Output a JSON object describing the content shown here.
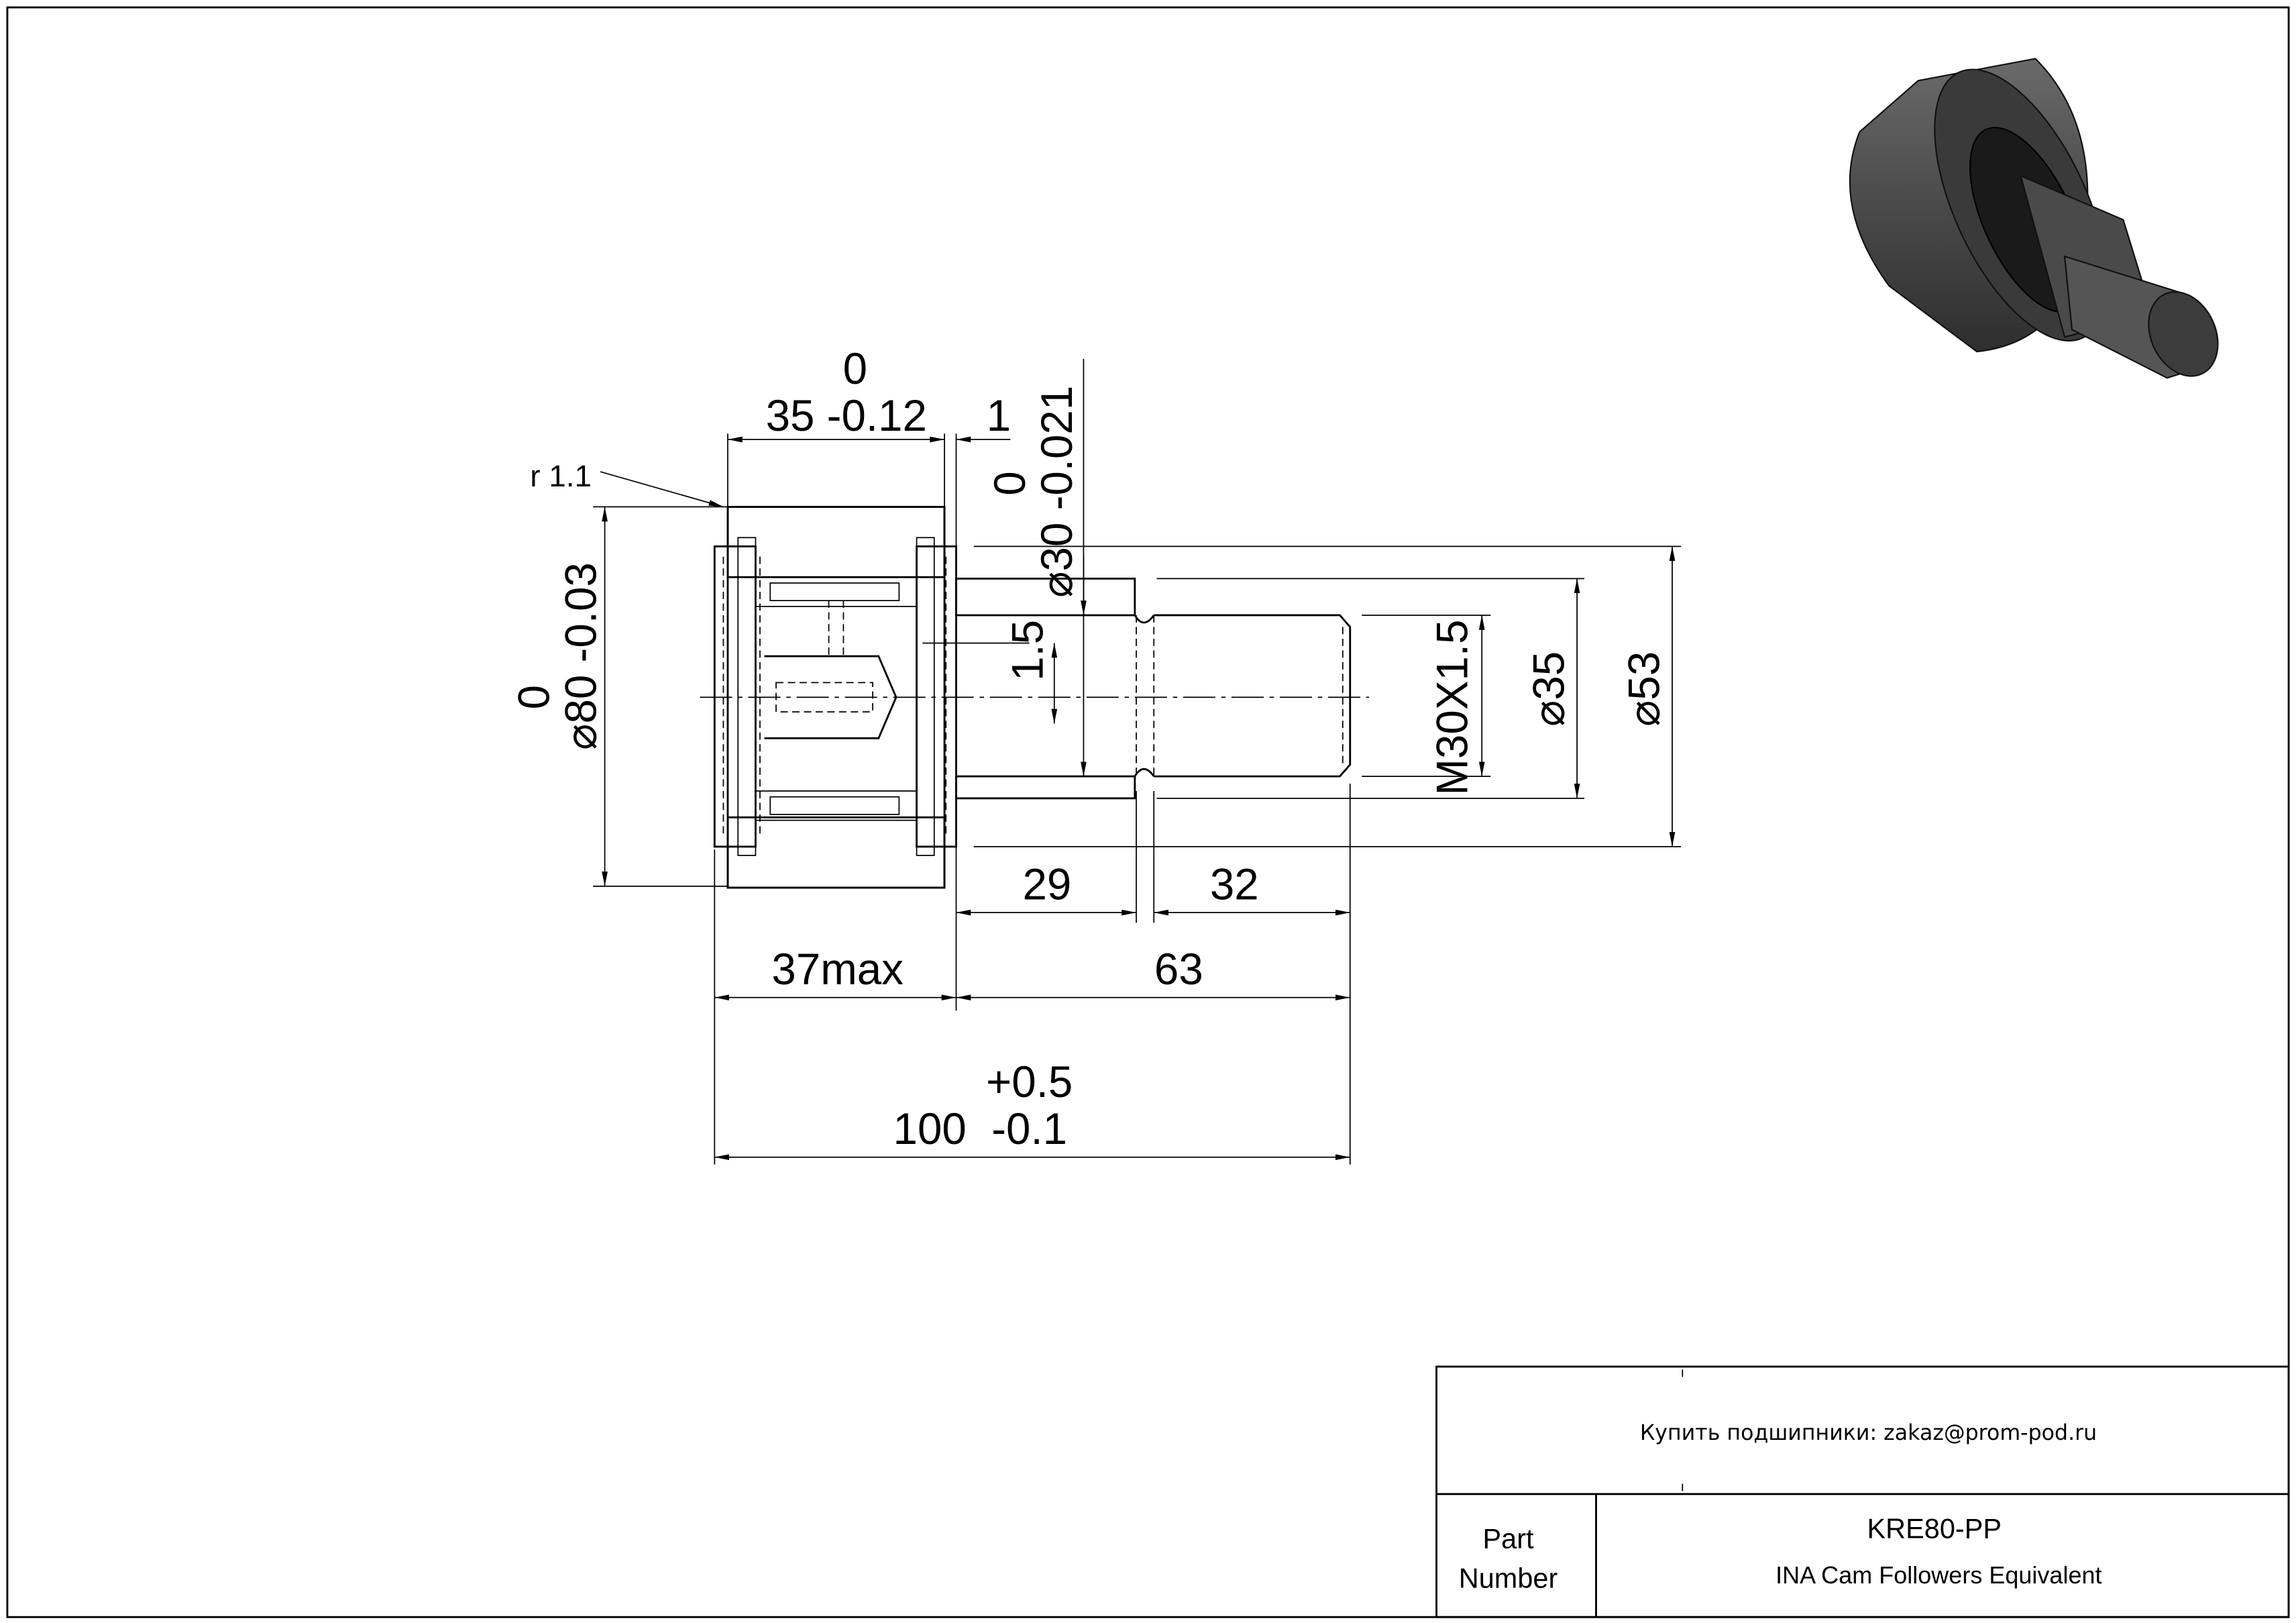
{
  "drawing": {
    "width_dim": {
      "upper": "0",
      "lower": "35 -0.12"
    },
    "gap_dim": "1",
    "radius": "r 1.1",
    "outer_dia": {
      "upper": "0",
      "lower": "80 -0.03"
    },
    "inner_dia": {
      "upper": "0",
      "lower": "30 -0.021"
    },
    "lube_hole": "1.5",
    "thread": "M30X1.5",
    "dia_35": "35",
    "dia_53": "53",
    "len_29": "29",
    "len_32": "32",
    "len_37max": "37max",
    "len_63": "63",
    "total_len": {
      "upper": "+0.5",
      "main": "100",
      "lower": "-0.1"
    },
    "diameter_symbol": "⌀"
  },
  "title_block": {
    "purchase_note": "Купить подшипники: zakaz@prom-pod.ru",
    "part_label_line1": "Part",
    "part_label_line2": "Number",
    "part_number": "KRE80-PP",
    "description": "INA Cam Followers Equivalent"
  }
}
